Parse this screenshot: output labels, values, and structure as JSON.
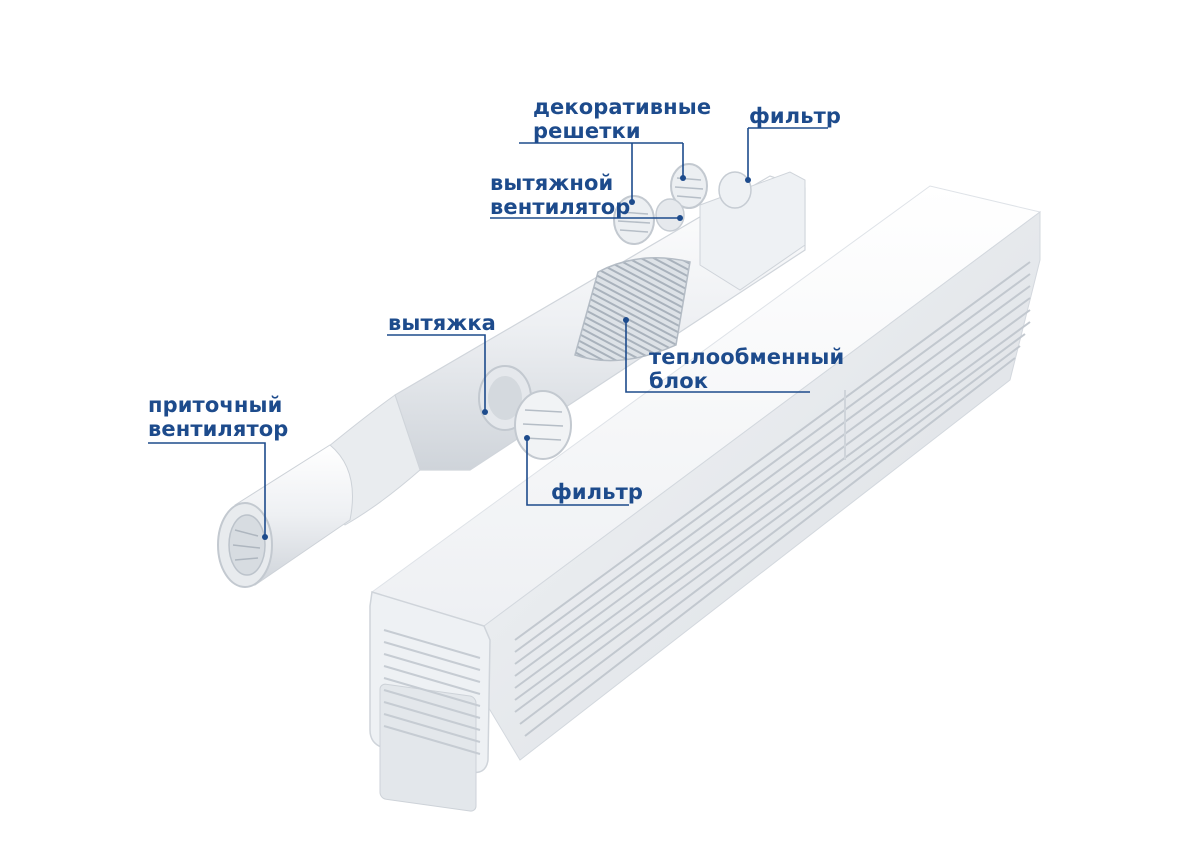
{
  "labels": {
    "decorative_grilles": {
      "line1": "декоративные",
      "line2": "решетки"
    },
    "filter_top": "фильтр",
    "exhaust_fan": {
      "line1": "вытяжной",
      "line2": "вентилятор"
    },
    "exhaust": "вытяжка",
    "heat_exchanger": {
      "line1": "теплообменный",
      "line2": "блок"
    },
    "supply_fan": {
      "line1": "приточный",
      "line2": "вентилятор"
    },
    "filter_bottom": "фильтр"
  },
  "colors": {
    "label_text": "#1d4b8c",
    "leader_line": "#1d4b8c",
    "product_white": "#f4f6f8",
    "product_shadow": "#c9ced5",
    "background": "#ffffff"
  }
}
